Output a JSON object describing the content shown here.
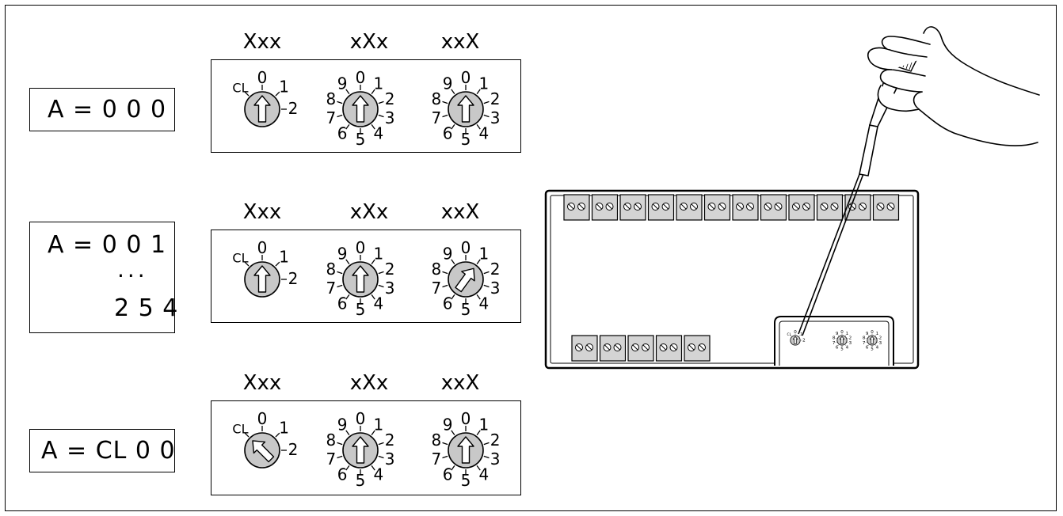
{
  "rows": [
    {
      "display": {
        "prefix": "A = ",
        "value": "0 0 0"
      },
      "headers": [
        "Xxx",
        "xXx",
        "xxX"
      ],
      "dials": [
        {
          "pointer": "0"
        },
        {
          "pointer": "0"
        },
        {
          "pointer": "0"
        }
      ]
    },
    {
      "display": {
        "prefix": "A = ",
        "value": "0 0 1",
        "dots": "...",
        "value2": "2 5 4"
      },
      "headers": [
        "Xxx",
        "xXx",
        "xxX"
      ],
      "dials": [
        {
          "pointer": "0"
        },
        {
          "pointer": "0"
        },
        {
          "pointer": "1"
        }
      ]
    },
    {
      "display": {
        "prefix": "A = ",
        "value": "CL 0 0"
      },
      "headers": [
        "Xxx",
        "xXx",
        "xxX"
      ],
      "dials": [
        {
          "pointer": "CL"
        },
        {
          "pointer": "0"
        },
        {
          "pointer": "0"
        }
      ]
    }
  ],
  "dial_labels": {
    "first": [
      "CL",
      "0",
      "1",
      "2"
    ],
    "decimal": [
      "0",
      "1",
      "2",
      "3",
      "4",
      "5",
      "6",
      "7",
      "8",
      "9"
    ]
  },
  "colors": {
    "dial_fill": "#c8c8c8",
    "terminal_fill": "#d4d4d4",
    "line": "#000000"
  }
}
